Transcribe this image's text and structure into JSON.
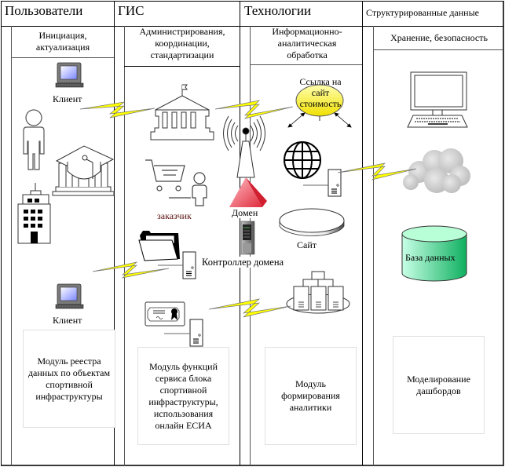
{
  "columns": [
    {
      "title": "Пользователи",
      "subtitle": "Инициация, актуализация"
    },
    {
      "title": "ГИС",
      "subtitle": "Администрирования, координации, стандартизации"
    },
    {
      "title": "Технологии",
      "subtitle": "Информационно-аналитическая обработка"
    },
    {
      "title": "Структурированные данные",
      "subtitle": "Хранение, безопасность"
    }
  ],
  "users": {
    "client_top_label": "Клиент",
    "client_bottom_label": "Клиент",
    "module": "Модуль реестра данных по объектам спортивной инфраструктуры"
  },
  "gis": {
    "customer_label": "заказчик",
    "module": "Модуль функций сервиса блока спортивной инфраструктуры, использования онлайн ЕСИА"
  },
  "tech": {
    "domain_label": "Домен",
    "domain_controller_label": "Контроллер домена",
    "cost_site_link_label": "Ссылка на сайт стоимость",
    "site_label": "Сайт",
    "module": "Модуль формирования аналитики"
  },
  "data": {
    "database_label": "База данных",
    "module": "Моделирование дашбордов"
  },
  "colors": {
    "lightning": "#ffff00",
    "monitor_screen": "#a0a8ff",
    "ellipse_fill": "#ffff80",
    "pyramid": "#e85060",
    "database": "#60e0a0",
    "cloud": "#c8c8c8"
  }
}
